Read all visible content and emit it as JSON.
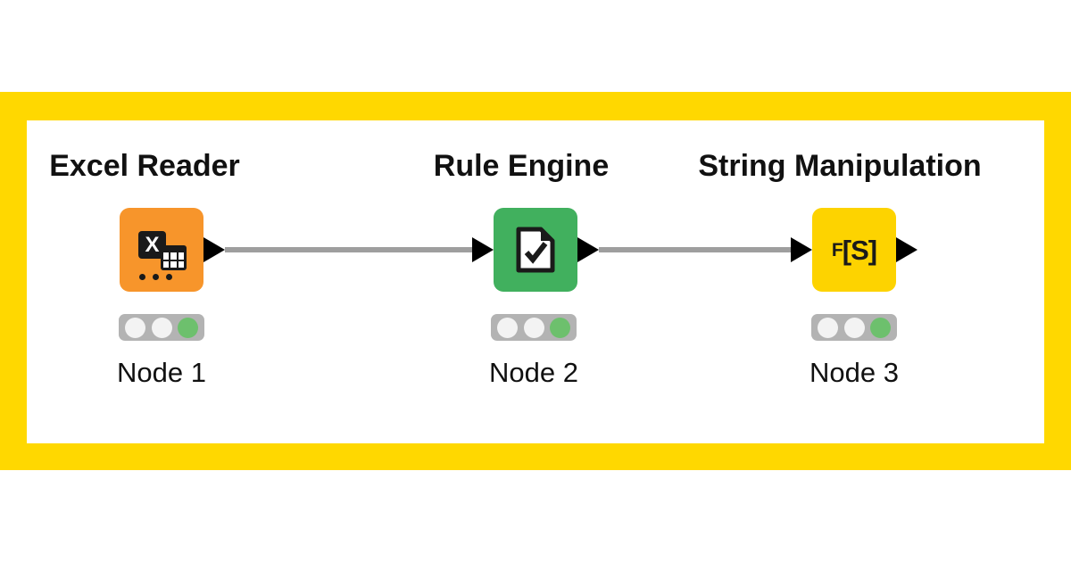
{
  "card": {
    "frame_color": "#FFD800",
    "canvas_color": "#FFFFFF",
    "page_background": "#FFFFFF"
  },
  "workflow": {
    "nodes": [
      {
        "title": "Excel Reader",
        "label": "Node 1",
        "node_color": "#F7952B",
        "icon": "excel-table-icon",
        "icon_text": "X",
        "dots_icon": "three-dots",
        "status_lights": [
          "off",
          "off",
          "green"
        ]
      },
      {
        "title": "Rule Engine",
        "label": "Node 2",
        "node_color": "#41B05E",
        "icon": "document-check-icon",
        "status_lights": [
          "off",
          "off",
          "green"
        ]
      },
      {
        "title": "String Manipulation",
        "label": "Node 3",
        "node_color": "#FDD300",
        "icon": "string-function-icon",
        "icon_text_f": "F",
        "icon_text_s": "[S]",
        "status_lights": [
          "off",
          "off",
          "green"
        ]
      }
    ],
    "connections": [
      {
        "from": "Node 1",
        "to": "Node 2"
      },
      {
        "from": "Node 2",
        "to": "Node 3"
      }
    ],
    "colors": {
      "connector_line": "#9E9E9E",
      "port": "#000000",
      "light_bar_bg": "#B3B3B3",
      "light_off": "#F3F3F3",
      "light_on": "#6DC06D",
      "title_text": "#111111",
      "label_text": "#111111",
      "icon_dark": "#1A1A1A"
    }
  }
}
